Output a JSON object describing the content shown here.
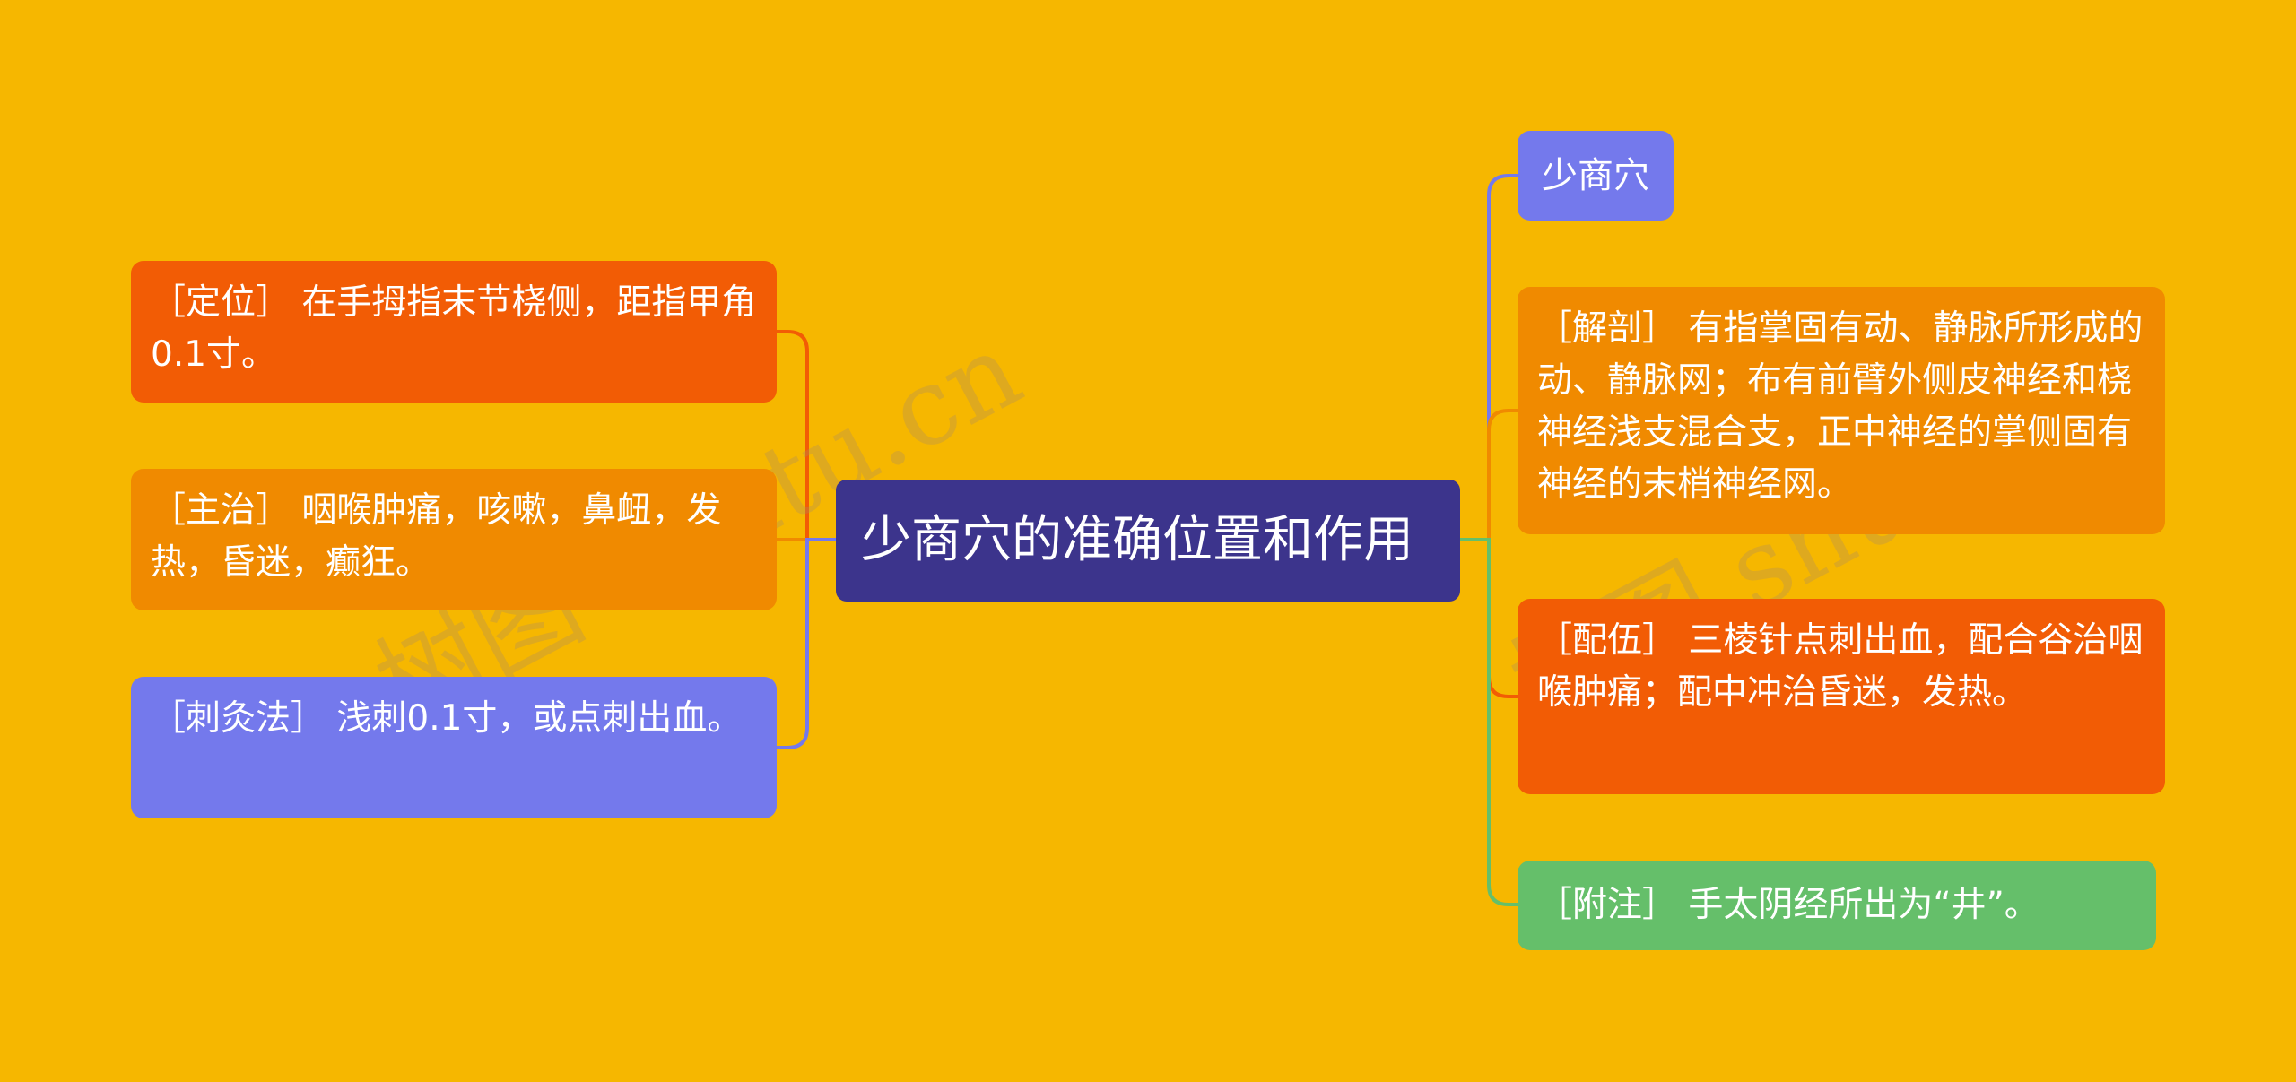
{
  "root": {
    "text": "少商穴的准确位置和作用",
    "color": "#3C348C"
  },
  "left_nodes": [
    {
      "text": "［定位］ 在手拇指末节桡侧，距指甲角0.1寸。",
      "color": "#F25C05"
    },
    {
      "text": "［主治］ 咽喉肿痛，咳嗽，鼻衄，发热，昏迷，癫狂。",
      "color": "#F08A00"
    },
    {
      "text": "［刺灸法］ 浅刺0.1寸，或点刺出血。",
      "color": "#7479EC"
    }
  ],
  "right_nodes": [
    {
      "text": "少商穴",
      "color": "#7479EC"
    },
    {
      "text": "［解剖］ 有指掌固有动、静脉所形成的动、静脉网；布有前臂外侧皮神经和桡神经浅支混合支，正中神经的掌侧固有神经的末梢神经网。",
      "color": "#F08A00"
    },
    {
      "text": "［配伍］ 三棱针点刺出血，配合谷治咽喉肿痛；配中冲治昏迷，发热。",
      "color": "#F25C05"
    },
    {
      "text": "［附注］ 手太阴经所出为“井”。",
      "color": "#65BF6A"
    }
  ],
  "watermarks": [
    "树图 shutu.cn",
    "树图 shutu.cn"
  ],
  "background_color": "#F6B700"
}
